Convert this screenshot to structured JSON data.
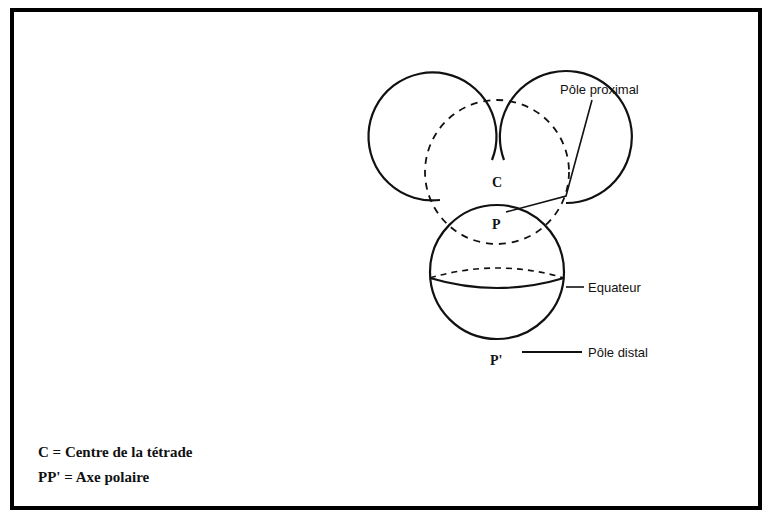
{
  "diagram": {
    "labels": [
      "Pôle proximal",
      "C",
      "P",
      "Equateur",
      "Pôle distal",
      "P'",
      "C = Centre de la tétrade",
      "PP' = Axe polaire"
    ]
  }
}
